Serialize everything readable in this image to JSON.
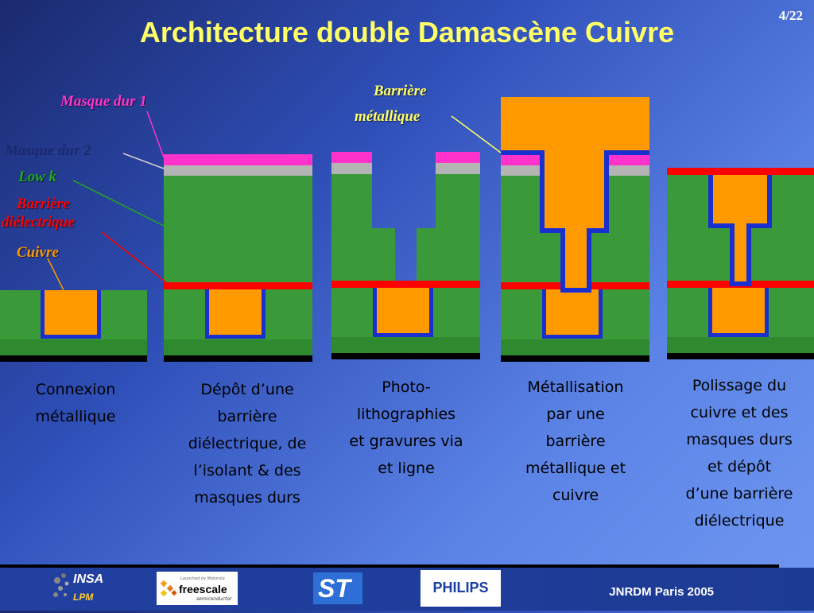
{
  "slide": {
    "title": "Architecture double Damascène Cuivre",
    "page_number": "4/22"
  },
  "labels": {
    "masque_dur_1": "Masque dur 1",
    "masque_dur_2": "Masque dur 2",
    "low_k": "Low k",
    "barriere_dielectrique_line1": "Barrière",
    "barriere_dielectrique_line2": "diélectrique",
    "cuivre": "Cuivre",
    "barriere_metallique_line1": "Barrière",
    "barriere_metallique_line2": "métallique"
  },
  "captions": [
    [
      "Connexion",
      "métallique"
    ],
    [
      "Dépôt d’une",
      "barrière",
      "diélectrique, de",
      "l’isolant & des",
      "masques durs"
    ],
    [
      "Photo-",
      "lithographies",
      "et gravures via",
      "et ligne"
    ],
    [
      "Métallisation",
      "par une",
      "barrière",
      "métallique et",
      "cuivre"
    ],
    [
      "Polissage du",
      "cuivre et des",
      "masques durs",
      "et dépôt",
      "d’une barrière",
      "diélectrique"
    ]
  ],
  "colors": {
    "low_k": "#3a9a3a",
    "copper": "#ff9900",
    "metal_barrier": "#1a2fd0",
    "dielectric_barrier": "#ff0000",
    "hard_mask_1": "#ff33cc",
    "hard_mask_2": "#b4b4b4",
    "label_masque_1": "#ff33cc",
    "label_masque_2": "#1a2a6e",
    "label_low_k": "#22aa22",
    "label_barriere_dielectrique": "#ff0000",
    "label_cuivre": "#ff9900",
    "label_barriere_metallique": "#ffff66"
  },
  "footer": {
    "event": "JNRDM Paris 2005",
    "logos": [
      "INSA",
      "LPM",
      "freescale",
      "semiconductor",
      "Launched by Motorola",
      "ST",
      "PHILIPS"
    ]
  }
}
